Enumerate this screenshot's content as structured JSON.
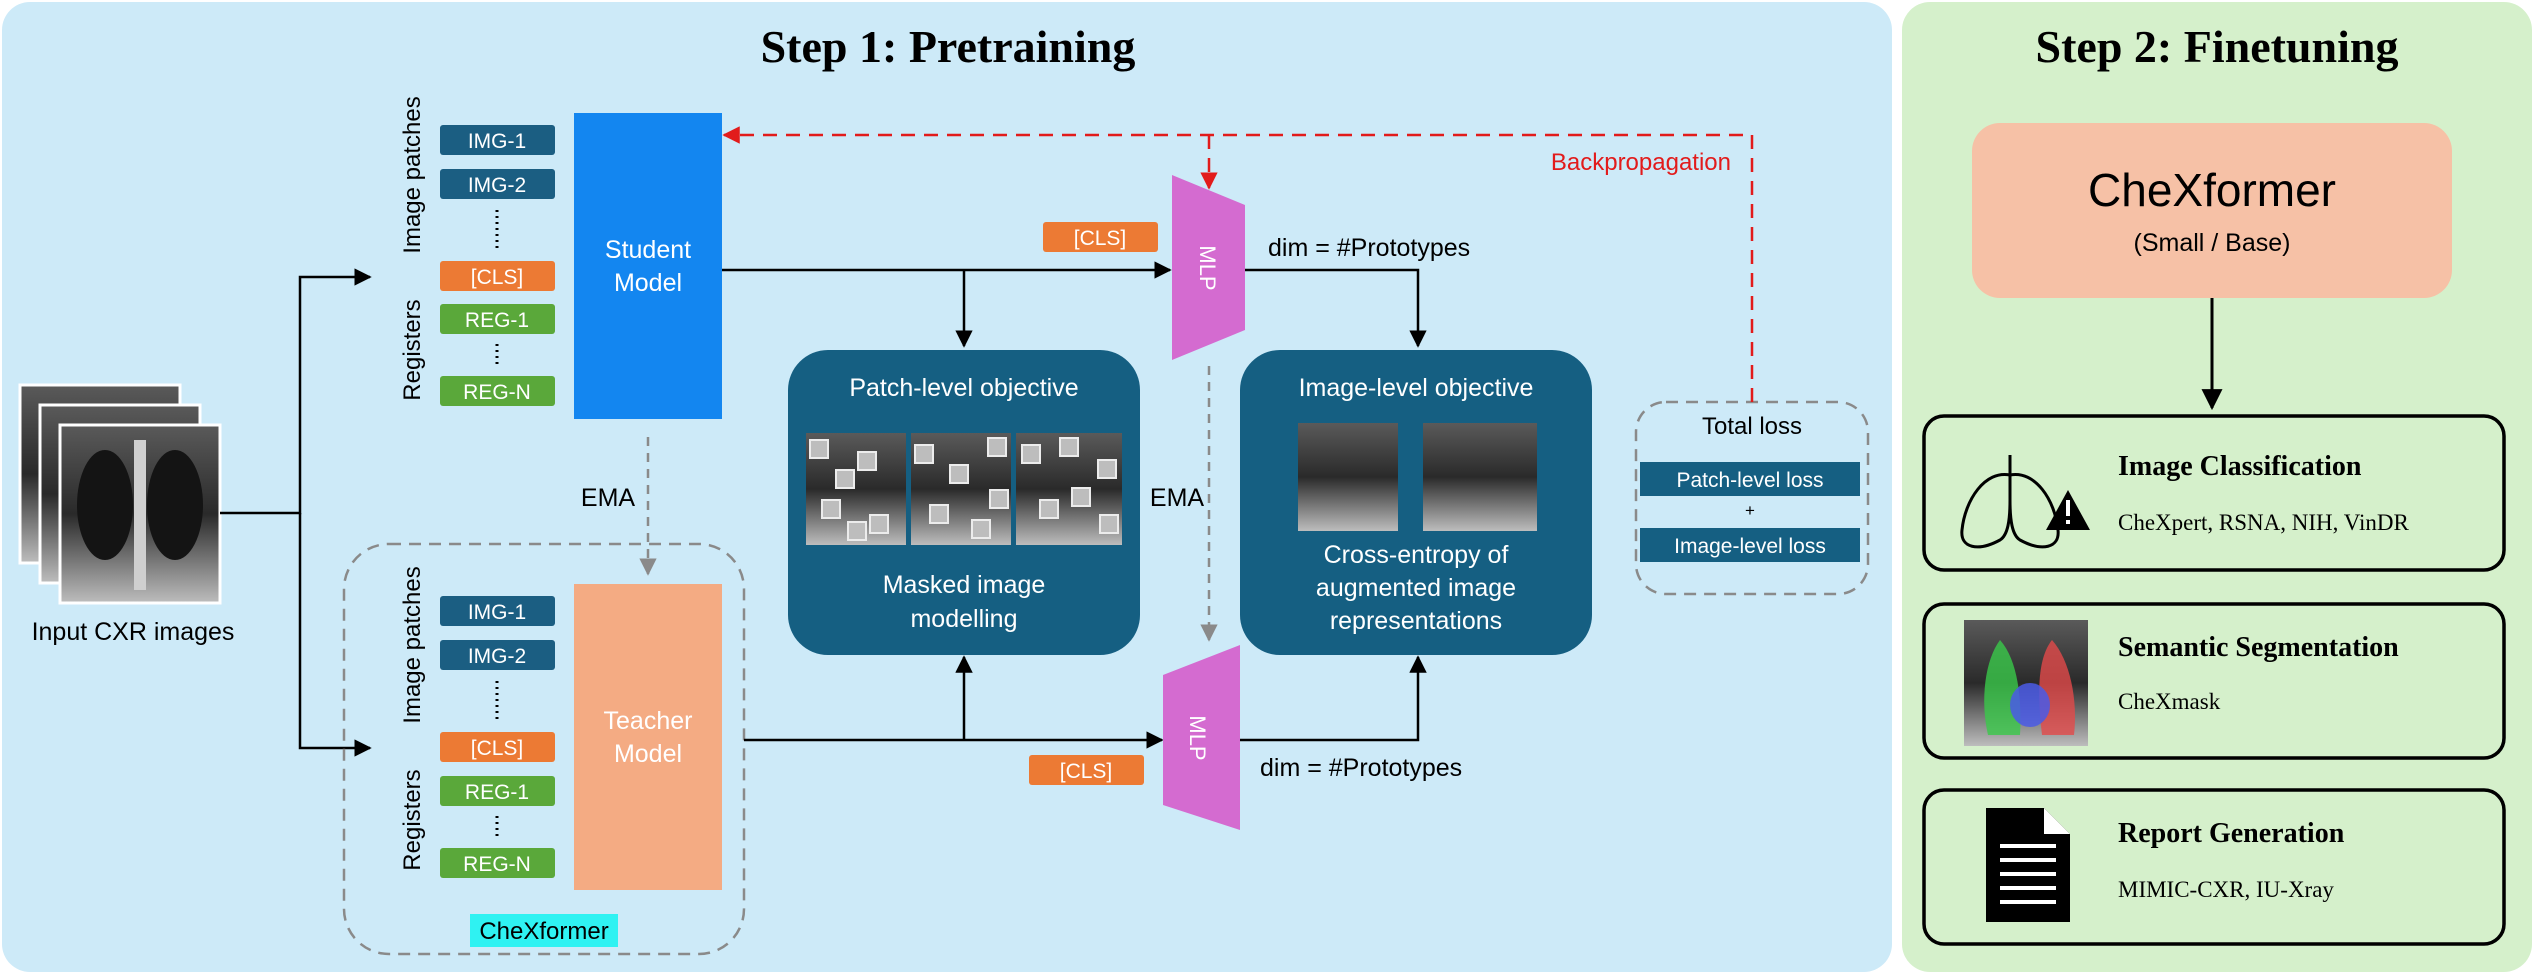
{
  "step1": {
    "title": "Step 1: Pretraining"
  },
  "step2": {
    "title": "Step 2: Finetuning"
  },
  "input": {
    "label": "Input CXR images"
  },
  "student": {
    "label_line1": "Student",
    "label_line2": "Model",
    "group_image_patches": "Image patches",
    "group_registers": "Registers",
    "tokens": {
      "img1": "IMG-1",
      "img2": "IMG-2",
      "cls": "[CLS]",
      "reg1": "REG-1",
      "regn": "REG-N"
    }
  },
  "teacher": {
    "label_line1": "Teacher",
    "label_line2": "Model",
    "group_image_patches": "Image patches",
    "group_registers": "Registers",
    "tokens": {
      "img1": "IMG-1",
      "img2": "IMG-2",
      "cls": "[CLS]",
      "reg1": "REG-1",
      "regn": "REG-N"
    },
    "model_name_tag": "CheXformer"
  },
  "ema": {
    "left": "EMA",
    "middle": "EMA"
  },
  "mlp": {
    "top": "MLP",
    "bottom": "MLP"
  },
  "cls_tag": {
    "top": "[CLS]",
    "bottom": "[CLS]"
  },
  "dim_label": {
    "top": "dim = #Prototypes",
    "bottom": "dim = #Prototypes"
  },
  "patch_objective": {
    "title": "Patch-level objective",
    "caption_line1": "Masked image",
    "caption_line2": "modelling"
  },
  "image_objective": {
    "title": "Image-level objective",
    "caption_line1": "Cross-entropy of",
    "caption_line2": "augmented image",
    "caption_line3": "representations"
  },
  "total_loss": {
    "title": "Total loss",
    "patch_loss": "Patch-level loss",
    "plus": "+",
    "image_loss": "Image-level loss"
  },
  "backprop": {
    "label": "Backpropagation"
  },
  "finetune": {
    "model_name": "CheXformer",
    "model_variant": "(Small / Base)",
    "tasks": [
      {
        "title": "Image Classification",
        "datasets": "CheXpert, RSNA, NIH, VinDR"
      },
      {
        "title": "Semantic Segmentation",
        "datasets": "CheXmask"
      },
      {
        "title": "Report Generation",
        "datasets": "MIMIC-CXR, IU-Xray"
      }
    ]
  },
  "colors": {
    "step1_bg": "#cdeaf8",
    "step2_bg": "#d5f0cb",
    "token_blue": "#1b5e82",
    "token_orange": "#ec7a34",
    "token_green": "#5aa83a",
    "student": "#1386f0",
    "teacher": "#f4ab83",
    "mlp": "#d46bd0",
    "objective": "#155f82",
    "backprop": "#e21b1b",
    "chexformer_box": "#f6c1a6",
    "chexformer_tag": "#2ff2f2"
  }
}
